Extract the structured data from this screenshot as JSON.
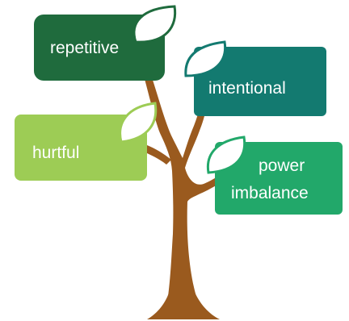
{
  "labels": {
    "repetitive": "repetitive",
    "intentional": "intentional",
    "hurtful": "hurtful",
    "power_line1": "power",
    "power_line2": "imbalance"
  },
  "colors": {
    "trunk": "#9a5a1e",
    "repetitive_card": "#1f6b3d",
    "intentional_card": "#137a70",
    "hurtful_card": "#9dcc55",
    "power_card": "#22a86a",
    "leaf_fill": "#ffffff"
  },
  "icons": [
    "leaf-icon"
  ]
}
